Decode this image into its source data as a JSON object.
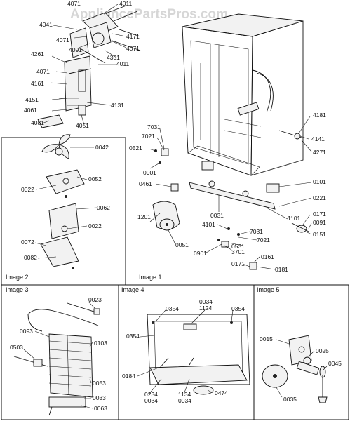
{
  "watermark": "AppliancePartsPros.com",
  "panels": {
    "image1": "Image 1",
    "image2": "Image 2",
    "image3": "Image 3",
    "image4": "Image 4",
    "image5": "Image 5"
  },
  "labels": {
    "l4071a": "4071",
    "l4011a": "4011",
    "l4041": "4041",
    "l4071b": "4071",
    "l4171": "4171",
    "l4091": "4091",
    "l4071c": "4071",
    "l4301": "4301",
    "l4261": "4261",
    "l4011b": "4011",
    "l4071d": "4071",
    "l4161": "4161",
    "l4151": "4151",
    "l4131": "4131",
    "l4061": "4061",
    "l4081": "4081",
    "l4051": "4051",
    "l7031": "7031",
    "l7021a": "7021",
    "l0521": "0521",
    "l0901a": "0901",
    "l0461": "0461",
    "l4181": "4181",
    "l4141": "4141",
    "l4271": "4271",
    "l0101": "0101",
    "l0221": "0221",
    "l1201": "1201",
    "l0031": "0031",
    "l1101": "1101",
    "l4101": "4101",
    "l0171a": "0171",
    "l0091": "0091",
    "l0151": "0151",
    "l7031b": "7031",
    "l0531": "0531",
    "l7021b": "7021",
    "l0051": "0051",
    "l0901b": "0901",
    "l3701": "3701",
    "l0161": "0161",
    "l0171b": "0171",
    "l0181": "0181",
    "l0042": "0042",
    "l0052": "0052",
    "l0022a": "0022",
    "l0062": "0062",
    "l0022b": "0022",
    "l0072": "0072",
    "l0082": "0082",
    "l0023": "0023",
    "l0093": "0093",
    "l0103": "0103",
    "l0503": "0503",
    "l0053": "0053",
    "l0033": "0033",
    "l0063": "0063",
    "l0354a": "0354",
    "l0034a": "0034",
    "l1124": "1124",
    "l0354b": "0354",
    "l0354c": "0354",
    "l0184": "0184",
    "l0234": "0234",
    "l0034b": "0034",
    "l1134": "1134",
    "l0034c": "0034",
    "l0474": "0474",
    "l0015": "0015",
    "l0025": "0025",
    "l0045": "0045",
    "l0035": "0035"
  }
}
